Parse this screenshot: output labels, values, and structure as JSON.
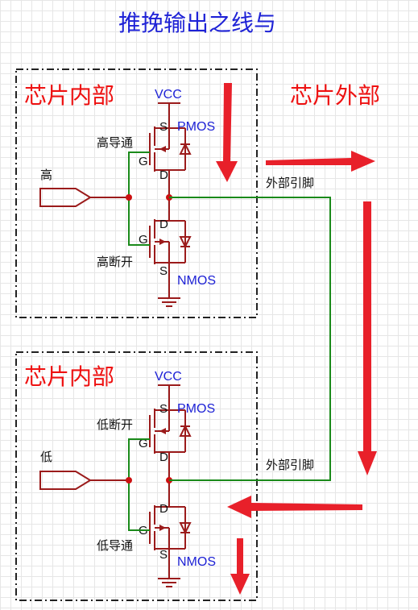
{
  "title": "推挽输出之线与",
  "outside_label": "芯片外部",
  "chips": [
    {
      "label": "芯片内部",
      "vcc": "VCC",
      "input": "高",
      "pmos": {
        "name": "PMOS",
        "state": "高导通",
        "s": "S",
        "g": "G",
        "d": "D"
      },
      "nmos": {
        "name": "NMOS",
        "state": "高断开",
        "s": "S",
        "g": "G",
        "d": "D"
      },
      "pin_label": "外部引脚"
    },
    {
      "label": "芯片内部",
      "vcc": "VCC",
      "input": "低",
      "pmos": {
        "name": "PMOS",
        "state": "低断开",
        "s": "S",
        "g": "G",
        "d": "D"
      },
      "nmos": {
        "name": "NMOS",
        "state": "低导通",
        "s": "S",
        "g": "G",
        "d": "D"
      },
      "pin_label": "外部引脚"
    }
  ],
  "colors": {
    "title": "#1e22d6",
    "region": "#ee1111",
    "circuit": "#9b1b1b",
    "wire": "#1a8a1a",
    "arrow": "#e8202a"
  }
}
